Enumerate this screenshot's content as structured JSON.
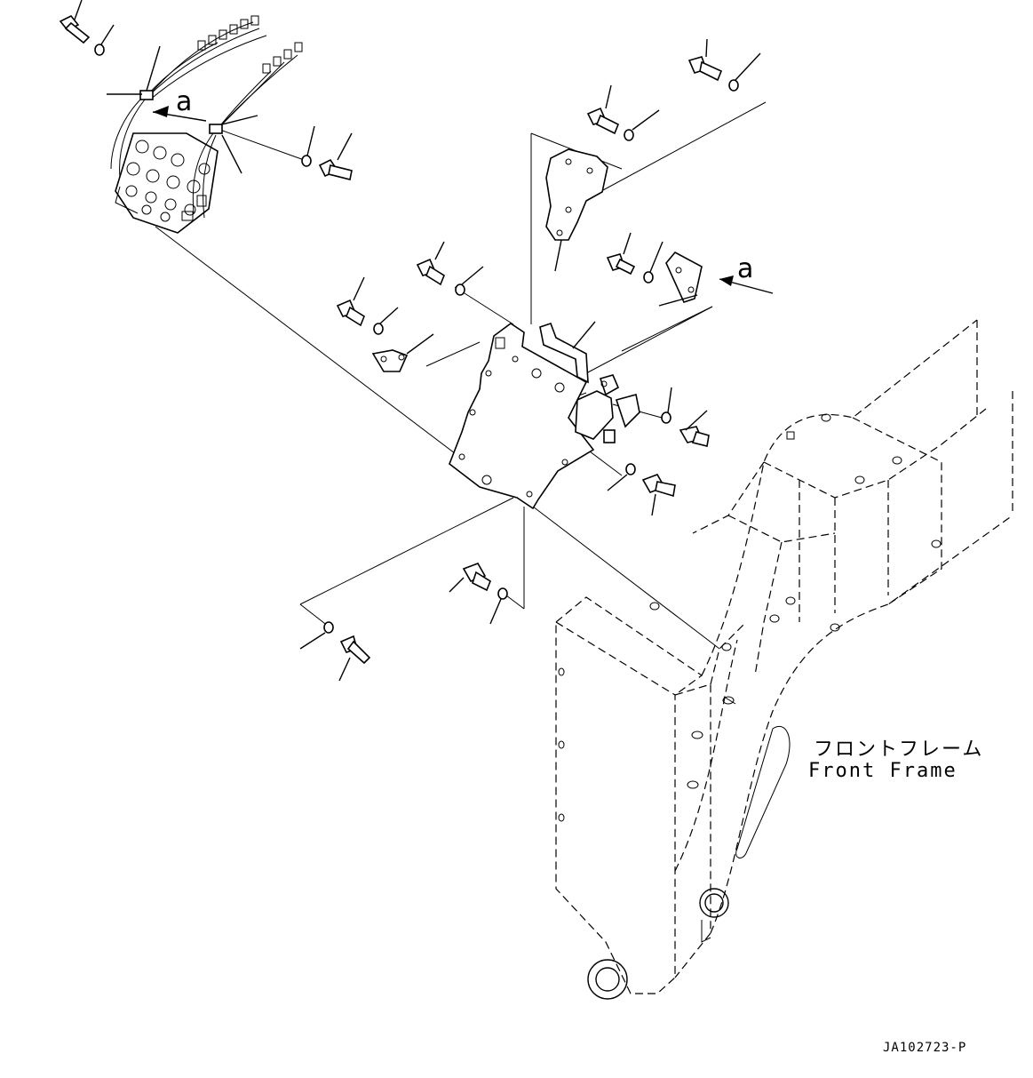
{
  "labels": {
    "frame_jp": "フロントフレーム",
    "frame_en": "Front Frame",
    "view_marker": "a",
    "drawing_code": "JA102723-P"
  }
}
